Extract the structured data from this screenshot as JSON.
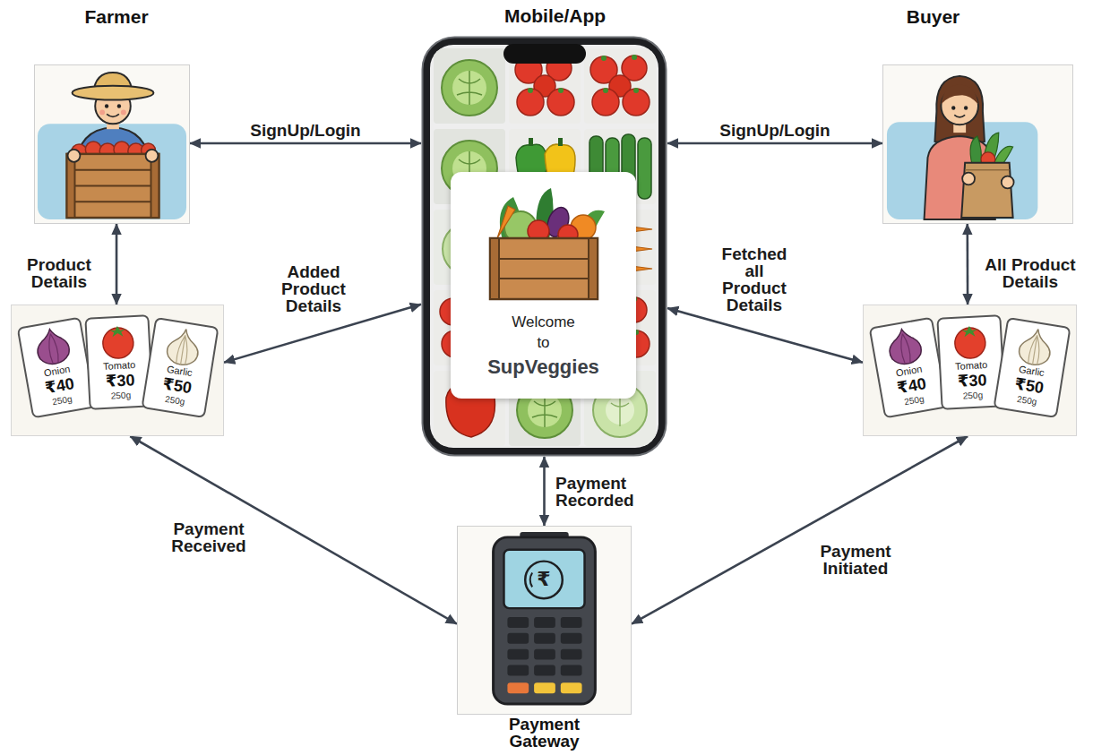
{
  "diagram": {
    "nodes": [
      {
        "text": [
          "Farmer"
        ]
      },
      {
        "text": [
          "Mobile/App"
        ]
      },
      {
        "text": [
          "Welcome to",
          "SupVeggies"
        ],
        "in": 1
      },
      {
        "text": [
          "Buyer"
        ]
      },
      {
        "text": []
      },
      {
        "text": [
          "Onion",
          "₹40",
          "250g"
        ],
        "in": 4
      },
      {
        "text": [
          "Tomato",
          "₹30",
          "250g"
        ],
        "in": 4
      },
      {
        "text": [
          "Garlic",
          "₹50",
          "250g"
        ],
        "in": 4
      },
      {
        "text": []
      },
      {
        "text": [
          "Onion",
          "₹40",
          "250g"
        ],
        "in": 8
      },
      {
        "text": [
          "Tomato",
          "₹30",
          "250g"
        ],
        "in": 8
      },
      {
        "text": [
          "Garlic",
          "₹50",
          "250g"
        ],
        "in": 8
      },
      {
        "text": [
          "Payment Gateway"
        ]
      }
    ],
    "edges": [
      {
        "from": 0,
        "to": 1,
        "label": "SignUp/Login",
        "arrow": "both"
      },
      {
        "from": 1,
        "to": 3,
        "label": "SignUp/Login",
        "arrow": "both"
      },
      {
        "from": 0,
        "to": 4,
        "label": "Product Details",
        "arrow": "both"
      },
      {
        "from": 4,
        "to": 1,
        "label": "Added Product Details",
        "arrow": "both"
      },
      {
        "from": 1,
        "to": 8,
        "label": "Fetched all Product Details",
        "arrow": "both"
      },
      {
        "from": 3,
        "to": 8,
        "label": "All Product Details",
        "arrow": "both"
      },
      {
        "from": 1,
        "to": 12,
        "label": "Payment Recorded",
        "arrow": "both"
      },
      {
        "from": 4,
        "to": 12,
        "label": "Payment Received",
        "arrow": "both"
      },
      {
        "from": 8,
        "to": 12,
        "label": "Payment Initiated",
        "arrow": "both"
      }
    ],
    "labels": [
      "₹"
    ]
  }
}
